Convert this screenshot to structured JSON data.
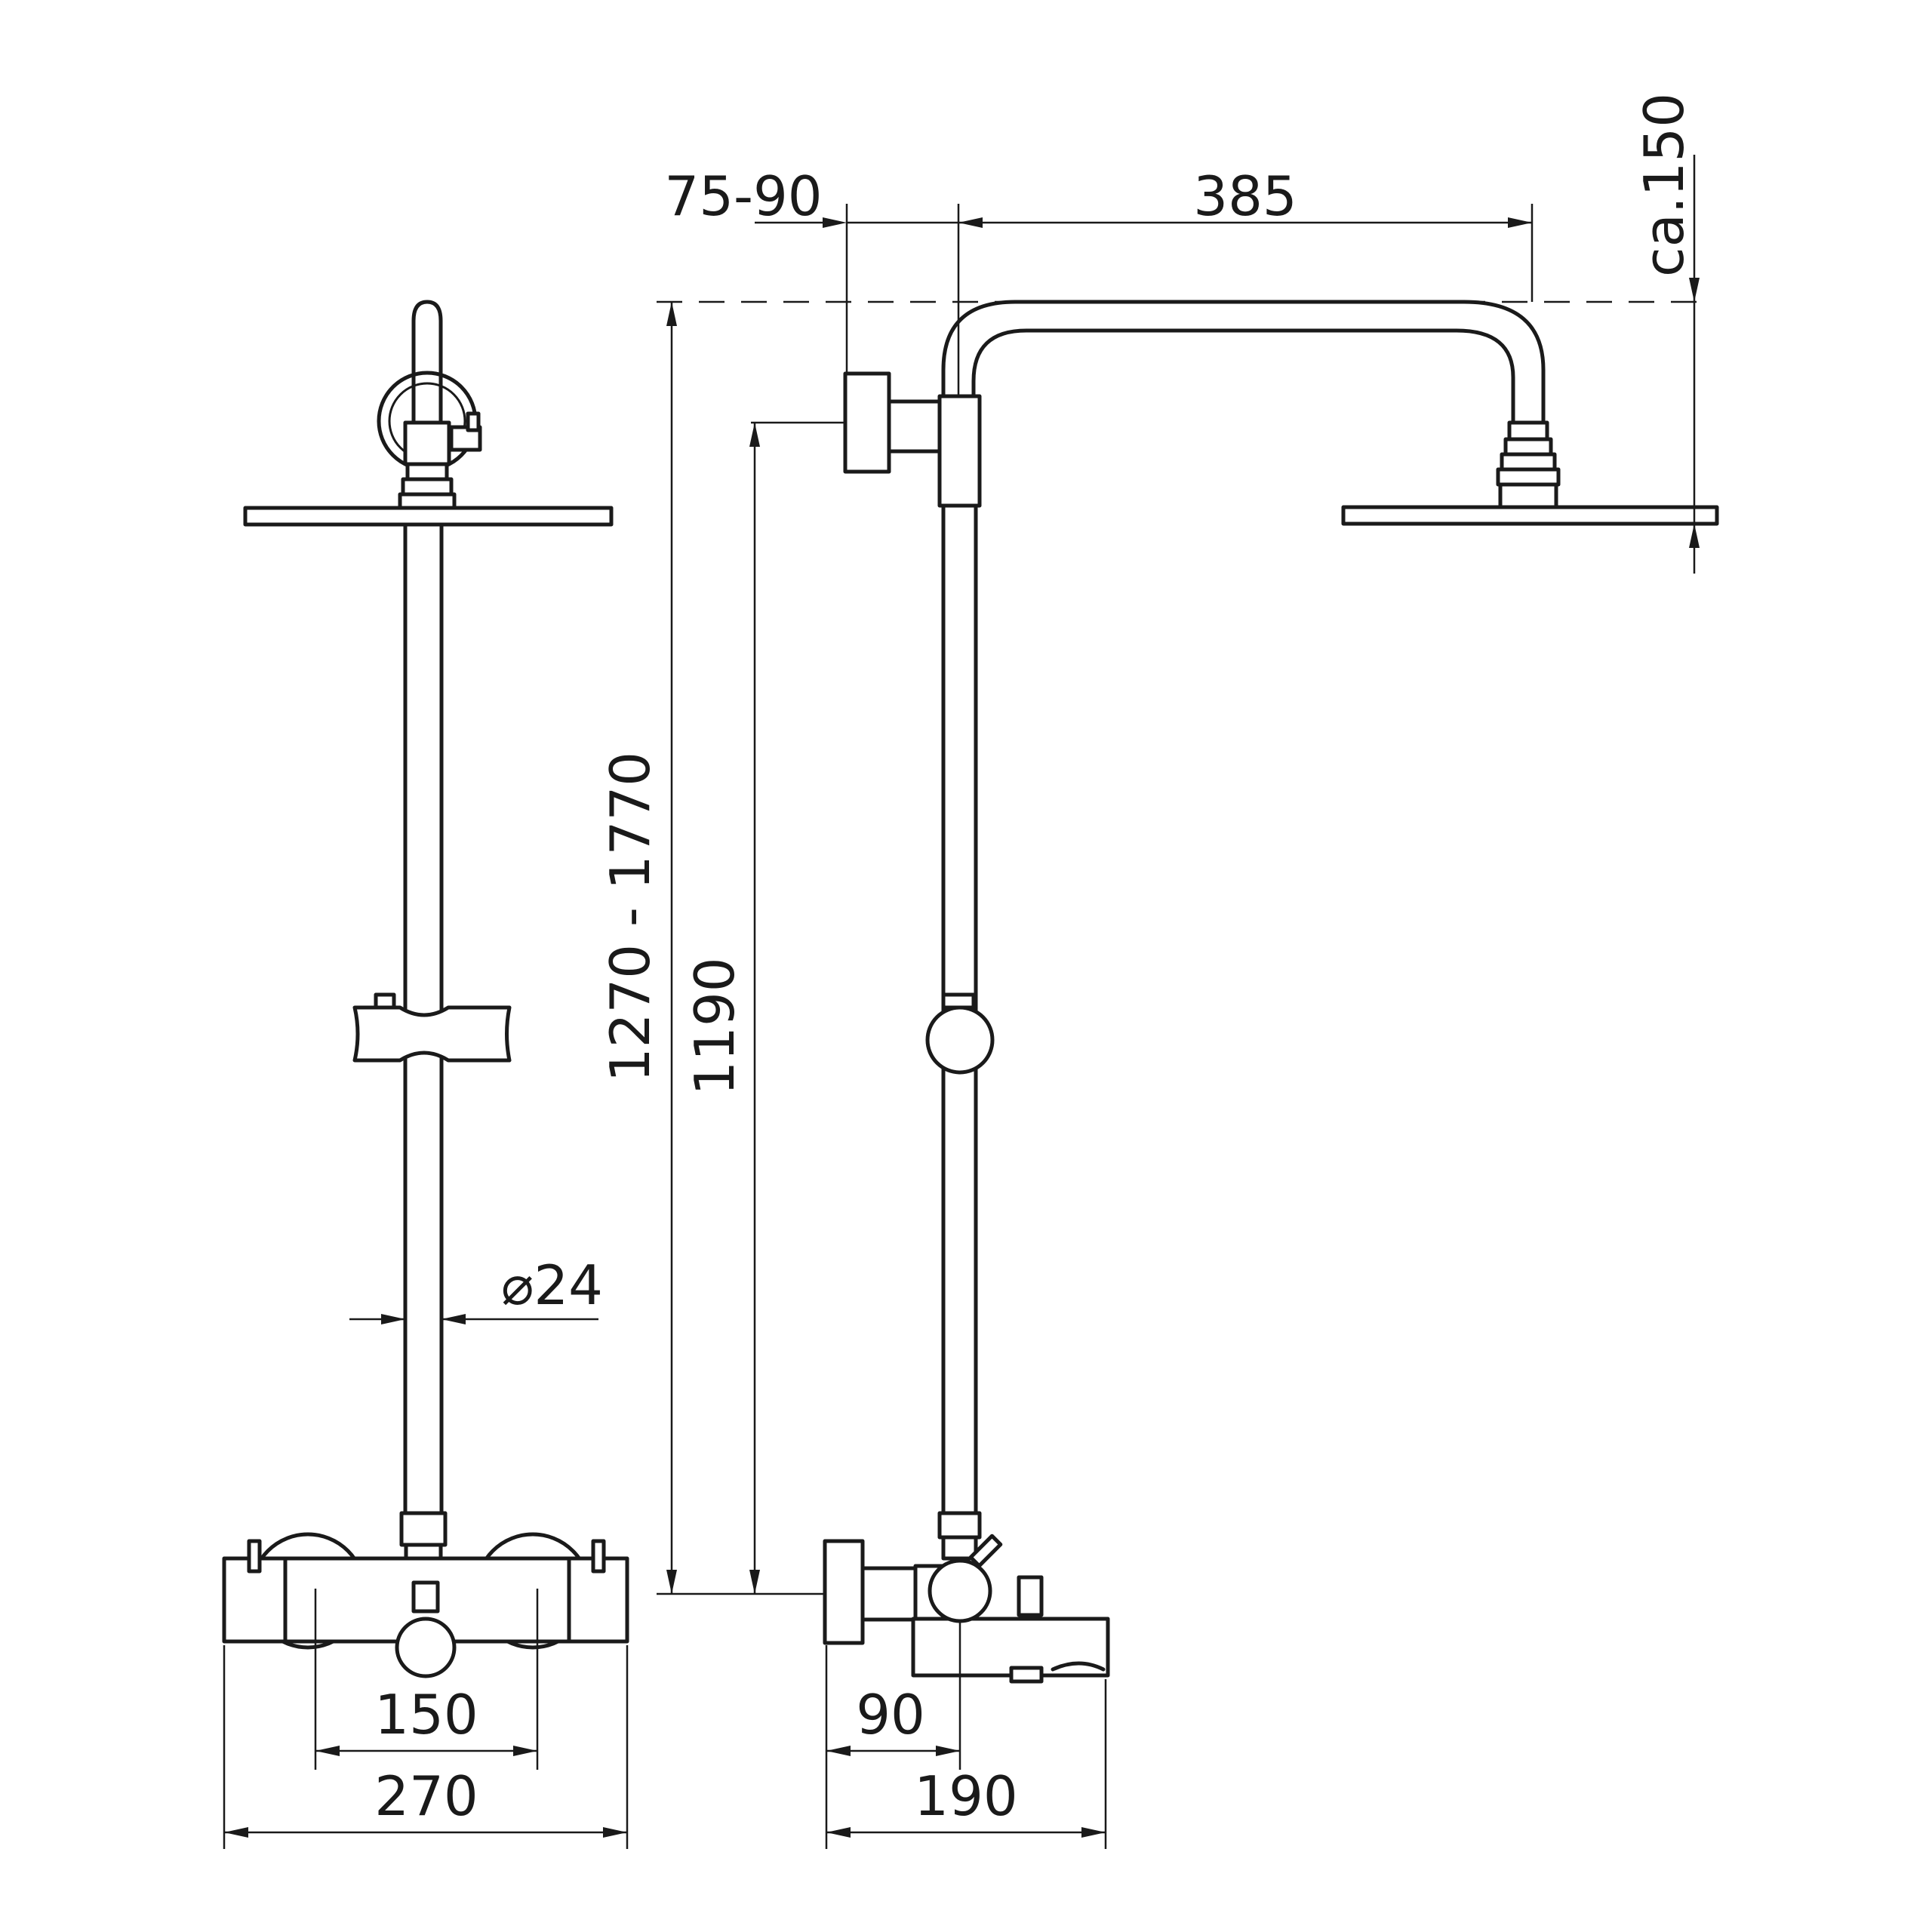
{
  "drawing": {
    "front_view": {
      "pipe_diameter": "⌀24",
      "connection_spacing": "150",
      "total_width": "270"
    },
    "side_view": {
      "wall_offset": "75-90",
      "arm_reach": "385",
      "head_drop": "ca.150",
      "height_range": "1270 - 1770",
      "connection_height": "1190",
      "valve_projection": "90",
      "total_depth": "190"
    }
  }
}
